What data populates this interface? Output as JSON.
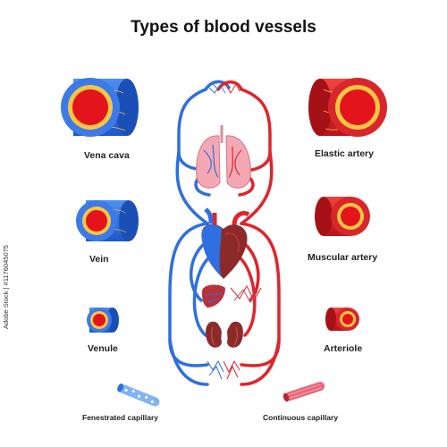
{
  "title": "Types of blood vessels",
  "labels": {
    "vena_cava": "Vena cava",
    "vein": "Vein",
    "venule": "Venule",
    "fenestrated_capillary": "Fenestrated capillary",
    "elastic_artery": "Elastic artery",
    "muscular_artery": "Muscular artery",
    "arteriole": "Arteriole",
    "continuous_capillary": "Continuous capillary"
  },
  "stock_id": "Adobe Stock | #1176045075",
  "colors": {
    "vein_blue": "#2f6fe0",
    "artery_red": "#e0242b",
    "lumen_red": "#e3141c",
    "ring_yellow": "#f7c644",
    "lung_pink": "#f4a8b4",
    "organ_dark": "#8c2a2a"
  }
}
